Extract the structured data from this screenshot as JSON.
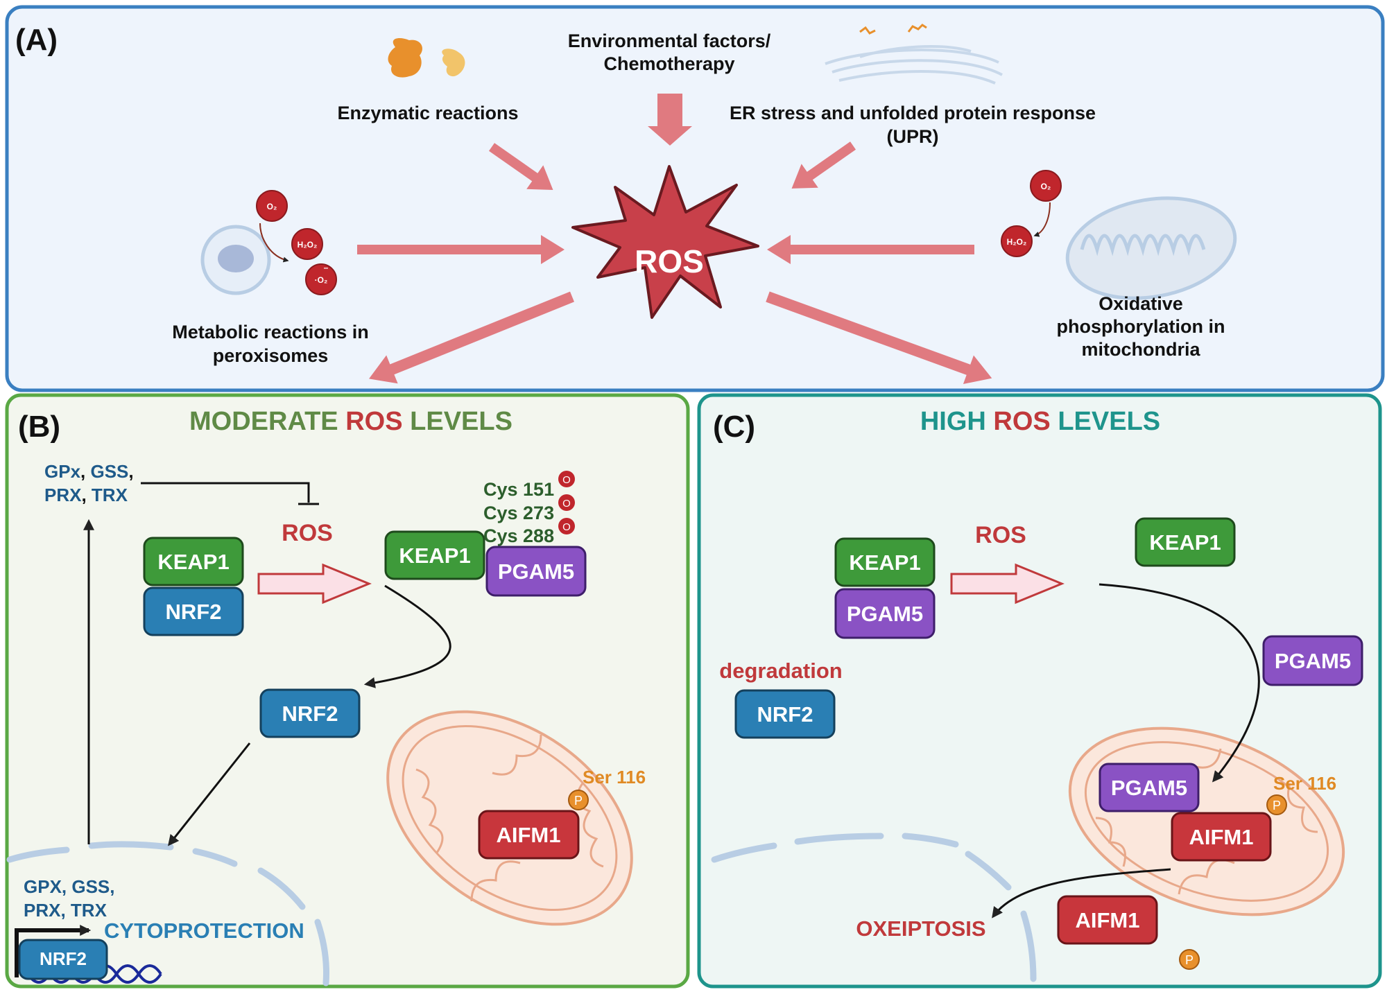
{
  "panel_a": {
    "label": "(A)",
    "center": "ROS",
    "sources": {
      "enzymatic": "Enzymatic reactions",
      "environmental_1": "Environmental factors/",
      "environmental_2": "Chemotherapy",
      "er_stress_1": "ER stress and unfolded protein response",
      "er_stress_2": "(UPR)",
      "peroxisomes_1": "Metabolic reactions in",
      "peroxisomes_2": "peroxisomes",
      "mito_1": "Oxidative",
      "mito_2": "phosphorylation in",
      "mito_3": "mitochondria"
    },
    "molecules": {
      "o2": "O₂",
      "h2o2": "H₂O₂",
      "superoxide": "·O₂",
      "charge": "–"
    }
  },
  "panel_b": {
    "label": "(B)",
    "title_1": "MODERATE ",
    "title_2": "ROS",
    "title_3": " LEVELS",
    "enzymes_1": [
      "GPx",
      ", ",
      "GSS",
      ","
    ],
    "enzymes_2": [
      "PRX",
      ", ",
      "TRX"
    ],
    "ros": "ROS",
    "keap1": "KEAP1",
    "nrf2": "NRF2",
    "pgam5": "PGAM5",
    "aifm1": "AIFM1",
    "cys": [
      "Cys 151",
      "Cys 273",
      "Cys 288"
    ],
    "o_mark": "O",
    "ser": "Ser 116",
    "p_mark": "P",
    "genes_1": "GPX, GSS,",
    "genes_2": "PRX, TRX",
    "cytoprotection": "CYTOPROTECTION"
  },
  "panel_c": {
    "label": "(C)",
    "title_1": "HIGH ",
    "title_2": "ROS",
    "title_3": " LEVELS",
    "ros": "ROS",
    "keap1": "KEAP1",
    "nrf2": "NRF2",
    "pgam5": "PGAM5",
    "aifm1": "AIFM1",
    "degradation": "degradation",
    "ser": "Ser 116",
    "p_mark": "P",
    "oxeiptosis": "OXEIPTOSIS"
  },
  "colors": {
    "panel_a_border": "#3a7fc1",
    "panel_a_fill": "#eef4fc",
    "panel_b_border": "#5aa844",
    "panel_b_fill": "#f3f6ee",
    "panel_c_border": "#1e948c",
    "panel_c_fill": "#eef6f4",
    "ros_star": "#c8404a",
    "arrow_pink": "#e07a80",
    "keap1": "#3e9a3a",
    "nrf2": "#2a7fb4",
    "pgam5": "#8a52c4",
    "aifm1": "#c8363c",
    "title_green": "#5f8a46",
    "title_teal": "#1e948c",
    "ros_red": "#c0393b",
    "enzyme_blue": "#1e5a8a",
    "cys_green": "#2c5e2c",
    "ser_orange": "#e08a24"
  }
}
